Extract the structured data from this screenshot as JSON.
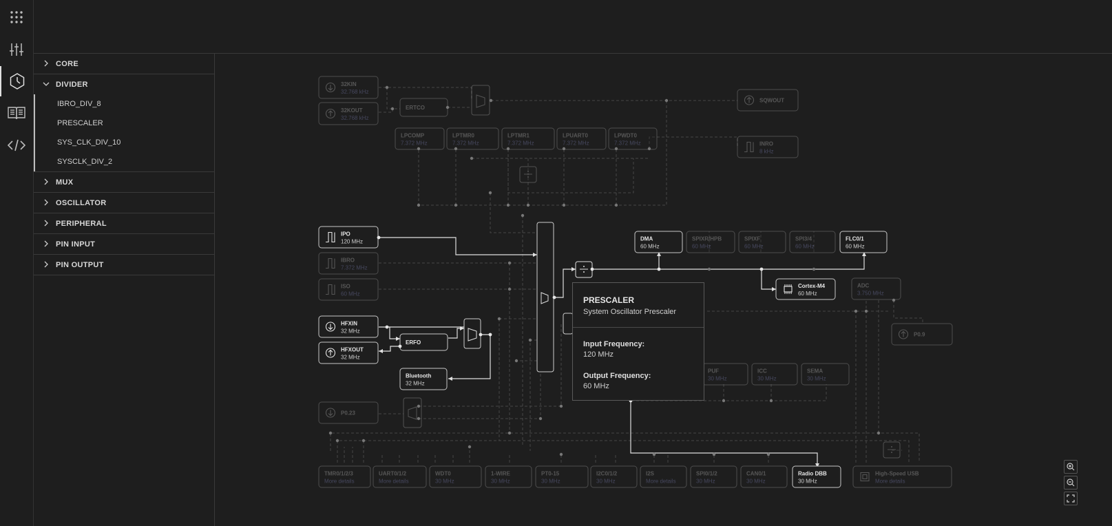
{
  "activity_bar": [
    {
      "name": "grid-icon"
    },
    {
      "name": "sliders-icon"
    },
    {
      "name": "clock-icon",
      "active": true
    },
    {
      "name": "book-icon"
    },
    {
      "name": "code-icon"
    }
  ],
  "sidebar": {
    "categories": [
      {
        "label": "CORE",
        "expanded": false
      },
      {
        "label": "DIVIDER",
        "expanded": true,
        "items": [
          "IBRO_DIV_8",
          "PRESCALER",
          "SYS_CLK_DIV_10",
          "SYSCLK_DIV_2"
        ]
      },
      {
        "label": "MUX",
        "expanded": false
      },
      {
        "label": "OSCILLATOR",
        "expanded": false
      },
      {
        "label": "PERIPHERAL",
        "expanded": false
      },
      {
        "label": "PIN INPUT",
        "expanded": false
      },
      {
        "label": "PIN OUTPUT",
        "expanded": false
      }
    ]
  },
  "diagram": {
    "nodes": {
      "n32kin": {
        "title": "32KIN",
        "sub": "32.768 kHz",
        "icon": "pin-in"
      },
      "n32kout": {
        "title": "32KOUT",
        "sub": "32.768 kHz",
        "icon": "pin-out"
      },
      "ertco": {
        "title": "ERTCO",
        "sub": ""
      },
      "sqwout": {
        "title": "SQWOUT",
        "sub": "",
        "icon": "pin-out"
      },
      "lpcomp": {
        "title": "LPCOMP",
        "sub": "7.372 MHz"
      },
      "lptmr0": {
        "title": "LPTMR0",
        "sub": "7.372 MHz"
      },
      "lptmr1": {
        "title": "LPTMR1",
        "sub": "7.372 MHz"
      },
      "lpuart0": {
        "title": "LPUART0",
        "sub": "7.372 MHz"
      },
      "lpwdt0": {
        "title": "LPWDT0",
        "sub": "7.372 MHz"
      },
      "inro": {
        "title": "INRO",
        "sub": "8 kHz",
        "icon": "osc"
      },
      "ipo": {
        "title": "IPO",
        "sub": "120 MHz",
        "icon": "osc"
      },
      "ibro": {
        "title": "IBRO",
        "sub": "7.372 MHz",
        "icon": "osc"
      },
      "iso": {
        "title": "ISO",
        "sub": "60 MHz",
        "icon": "osc"
      },
      "hfxin": {
        "title": "HFXIN",
        "sub": "32 MHz",
        "icon": "pin-in"
      },
      "hfxout": {
        "title": "HFXOUT",
        "sub": "32 MHz",
        "icon": "pin-out"
      },
      "erfo": {
        "title": "ERFO",
        "sub": ""
      },
      "bluetooth": {
        "title": "Bluetooth",
        "sub": "32 MHz"
      },
      "p023": {
        "title": "P0.23",
        "sub": "",
        "icon": "pin-in"
      },
      "dma": {
        "title": "DMA",
        "sub": "60 MHz"
      },
      "spixr": {
        "title": "SPIXR/HPB",
        "sub": "60 MHz"
      },
      "spixf": {
        "title": "SPIXF",
        "sub": "60 MHz"
      },
      "spi34": {
        "title": "SPI3/4",
        "sub": "60 MHz"
      },
      "flc01": {
        "title": "FLC0/1",
        "sub": "60 MHz"
      },
      "cortex": {
        "title": "Cortex-M4",
        "sub": "60 MHz",
        "icon": "chip"
      },
      "adc": {
        "title": "ADC",
        "sub": "3.750 MHz"
      },
      "p09": {
        "title": "P0.9",
        "sub": "",
        "icon": "pin-out"
      },
      "puf": {
        "title": "PUF",
        "sub": "30 MHz"
      },
      "icc": {
        "title": "ICC",
        "sub": "30 MHz"
      },
      "sema": {
        "title": "SEMA",
        "sub": "30 MHz"
      },
      "tmr": {
        "title": "TMR0/1/2/3",
        "sub": "More details"
      },
      "uart": {
        "title": "UART0/1/2",
        "sub": "More details"
      },
      "wdt0": {
        "title": "WDT0",
        "sub": "30 MHz"
      },
      "onewire": {
        "title": "1-WIRE",
        "sub": "30 MHz"
      },
      "pt015": {
        "title": "PT0-15",
        "sub": "30 MHz"
      },
      "i2c": {
        "title": "I2C0/1/2",
        "sub": "30 MHz"
      },
      "i2s": {
        "title": "I2S",
        "sub": "More details"
      },
      "spi012": {
        "title": "SPI0/1/2",
        "sub": "30 MHz"
      },
      "can01": {
        "title": "CAN0/1",
        "sub": "30 MHz"
      },
      "radio": {
        "title": "Radio DBB",
        "sub": "30 MHz"
      },
      "usb": {
        "title": "High-Speed USB",
        "sub": "More details",
        "icon": "usb"
      }
    }
  },
  "tooltip": {
    "title": "PRESCALER",
    "subtitle": "System Oscillator Prescaler",
    "input_label": "Input Frequency:",
    "input_value": "120 MHz",
    "output_label": "Output Frequency:",
    "output_value": "60 MHz"
  },
  "zoom_controls": [
    {
      "name": "zoom-in-icon"
    },
    {
      "name": "zoom-out-icon"
    },
    {
      "name": "fit-view-icon"
    }
  ]
}
